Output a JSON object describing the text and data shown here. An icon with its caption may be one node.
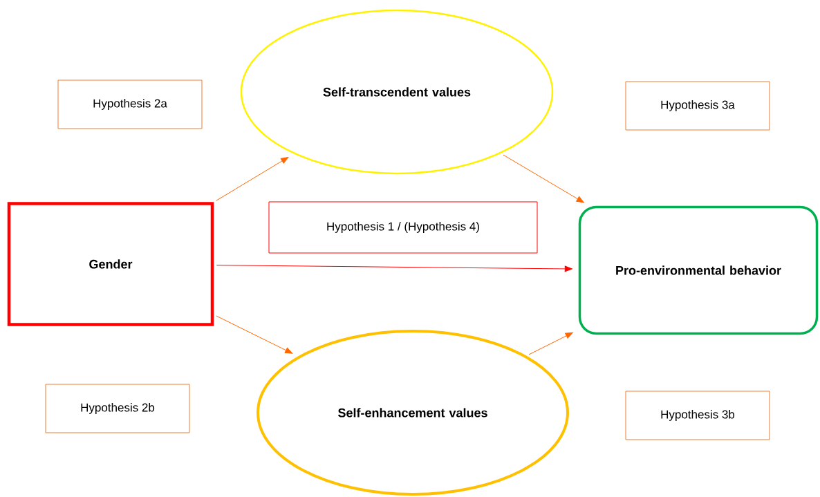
{
  "diagram": {
    "nodes": [
      {
        "text": [
          "Hypothesis 2a"
        ]
      },
      {
        "text": [
          "Self-transcendent values"
        ]
      },
      {
        "text": [
          "Hypothesis 3a"
        ]
      },
      {
        "text": [
          "Gender"
        ]
      },
      {
        "text": [
          "Hypothesis 1 / (Hypothesis 4)"
        ]
      },
      {
        "text": [
          "Pro-environmental behavior"
        ]
      },
      {
        "text": [
          "Hypothesis 2b"
        ]
      },
      {
        "text": [
          "Self-enhancement values"
        ]
      },
      {
        "text": [
          "Hypothesis 3b"
        ]
      }
    ],
    "edges": [
      {
        "from": 3,
        "to": 1,
        "arrow": "to"
      },
      {
        "from": 1,
        "to": 5,
        "arrow": "to"
      },
      {
        "from": 3,
        "to": 5,
        "arrow": "to",
        "color": "#ff0000"
      },
      {
        "from": 3,
        "to": 7,
        "arrow": "to"
      },
      {
        "from": 7,
        "to": 5,
        "arrow": "to"
      }
    ]
  }
}
